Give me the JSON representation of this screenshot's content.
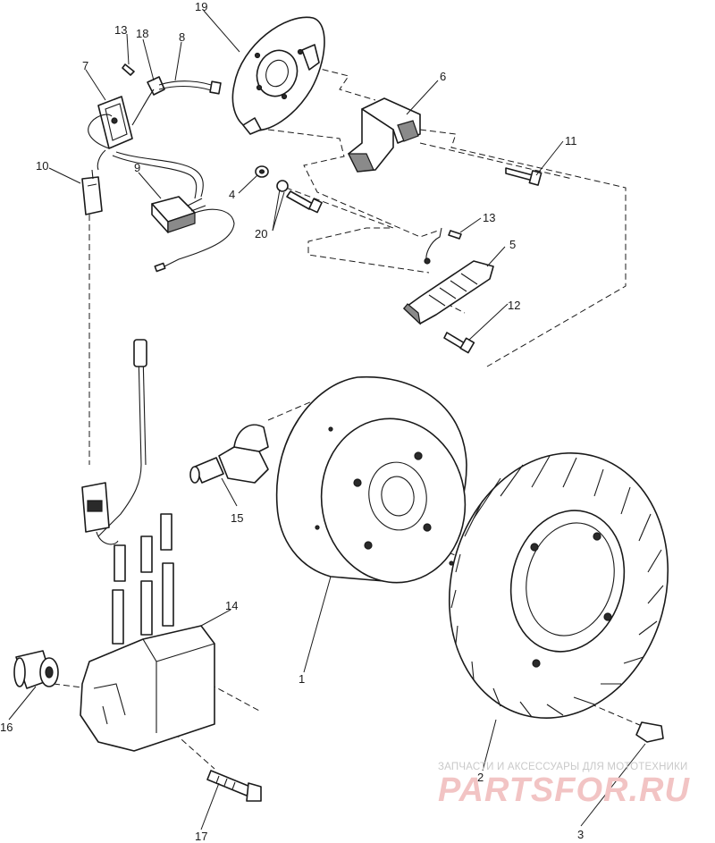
{
  "diagram": {
    "callouts": {
      "c1": "1",
      "c2": "2",
      "c3": "3",
      "c4": "4",
      "c5": "5",
      "c6": "6",
      "c7": "7",
      "c8": "8",
      "c9": "9",
      "c10": "10",
      "c11": "11",
      "c12": "12",
      "c13a": "13",
      "c13b": "13",
      "c14": "14",
      "c15": "15",
      "c16": "16",
      "c17": "17",
      "c18": "18",
      "c19": "19",
      "c20": "20"
    }
  },
  "watermark": {
    "tagline": "ЗАПЧАСТИ И АКСЕССУАРЫ ДЛЯ МОТОТЕХНИКИ",
    "logo": "PARTSFOR.RU"
  }
}
